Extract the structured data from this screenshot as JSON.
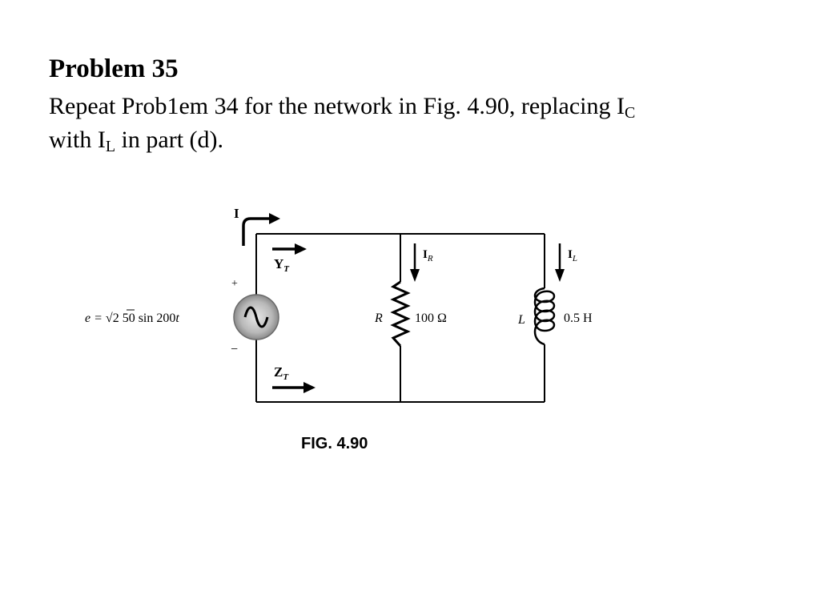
{
  "problem": {
    "title": "Problem 35",
    "line1_prefix": "Repeat Prob1em 34 for the network in Fig. 4.90, replacing I",
    "line1_sub": "C",
    "line2_prefix": "with I",
    "line2_sub": "L",
    "line2_suffix": " in part (d)."
  },
  "figure": {
    "caption": "FIG. 4.90",
    "source": {
      "equation_prefix": "e = ",
      "radical": "√",
      "equation_suffix": "2 50 sin 200",
      "equation_var": "t",
      "plus": "+",
      "minus": "−"
    },
    "current_total": "I",
    "admittance": {
      "main": "Y",
      "sub": "T"
    },
    "impedance": {
      "main": "Z",
      "sub": "T"
    },
    "resistor": {
      "symbol": "R",
      "value": "100 Ω",
      "current_main": "I",
      "current_sub": "R"
    },
    "inductor": {
      "symbol": "L",
      "value": "0.5 H",
      "current_main": "I",
      "current_sub": "L"
    }
  }
}
